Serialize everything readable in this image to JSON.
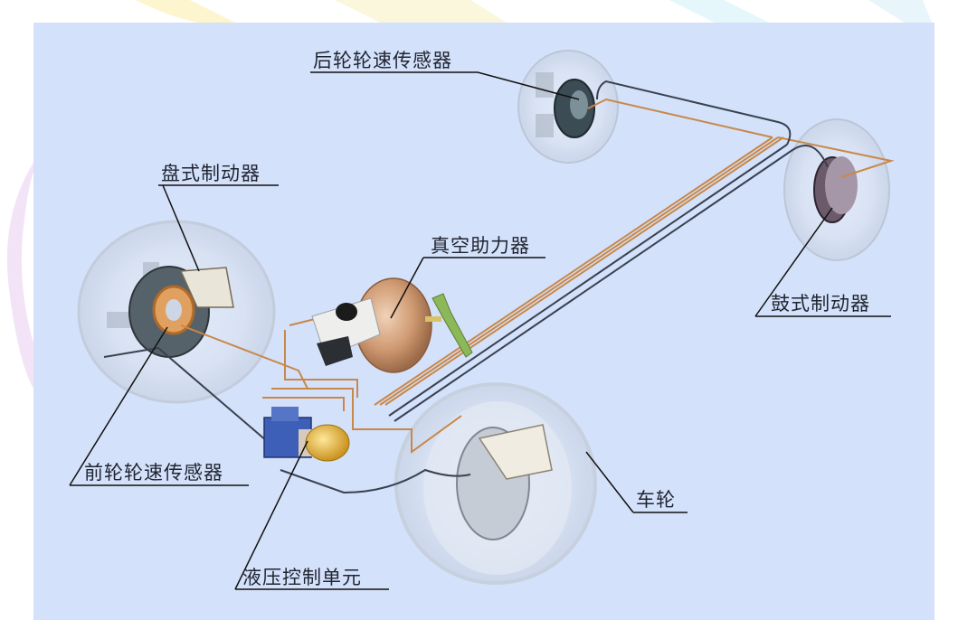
{
  "diagram": {
    "type": "labeled-illustration",
    "subject": "ABS brake system layout",
    "colors": {
      "panel_bg": "#d4e1fa",
      "brake_line": "#c8884a",
      "sensor_wire": "#3a4150",
      "leader_line": "#111111",
      "label_text": "#1f2430"
    },
    "labels": {
      "rear_wheel_speed_sensor": "后轮轮速传感器",
      "disc_brake": "盘式制动器",
      "vacuum_booster": "真空助力器",
      "drum_brake": "鼓式制动器",
      "front_wheel_speed_sensor": "前轮轮速传感器",
      "wheel": "车轮",
      "hydraulic_control_unit": "液压控制单元"
    },
    "components": [
      {
        "id": "rear_left_wheel",
        "icon": "wheel-drum-icon"
      },
      {
        "id": "rear_right_wheel",
        "icon": "wheel-drum-icon"
      },
      {
        "id": "front_left_wheel",
        "icon": "wheel-disc-icon"
      },
      {
        "id": "front_right_wheel",
        "icon": "wheel-icon"
      },
      {
        "id": "vacuum_booster",
        "icon": "booster-icon"
      },
      {
        "id": "hydraulic_control_unit",
        "icon": "hcu-icon"
      },
      {
        "id": "brake_pedal",
        "icon": "pedal-icon"
      }
    ]
  }
}
